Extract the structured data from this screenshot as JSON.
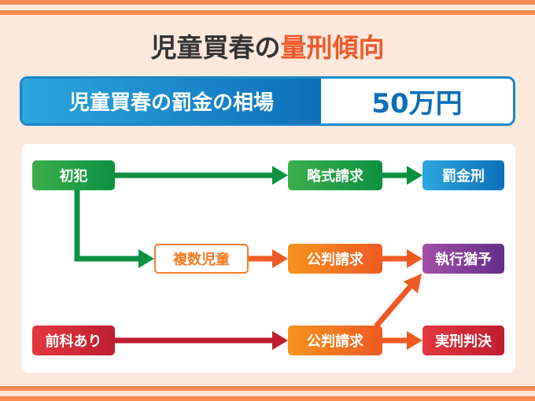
{
  "title": {
    "main": "児童買春の",
    "highlight": "量刑傾向"
  },
  "banner": {
    "label": "児童買春の罰金の相場",
    "value": "50万円"
  },
  "flow": {
    "first_offense": "初犯",
    "summary_indictment": "略式請求",
    "fine": "罰金刑",
    "multiple_children": "複数児童",
    "formal_indictment_1": "公判請求",
    "suspended_sentence": "執行猶予",
    "prior_record": "前科あり",
    "formal_indictment_2": "公判請求",
    "prison_sentence": "実刑判決"
  },
  "colors": {
    "green": "#0b9140",
    "orange": "#ee5a24",
    "red": "#be1e2d",
    "blue": "#0b6fb8",
    "purple": "#652d8c"
  }
}
